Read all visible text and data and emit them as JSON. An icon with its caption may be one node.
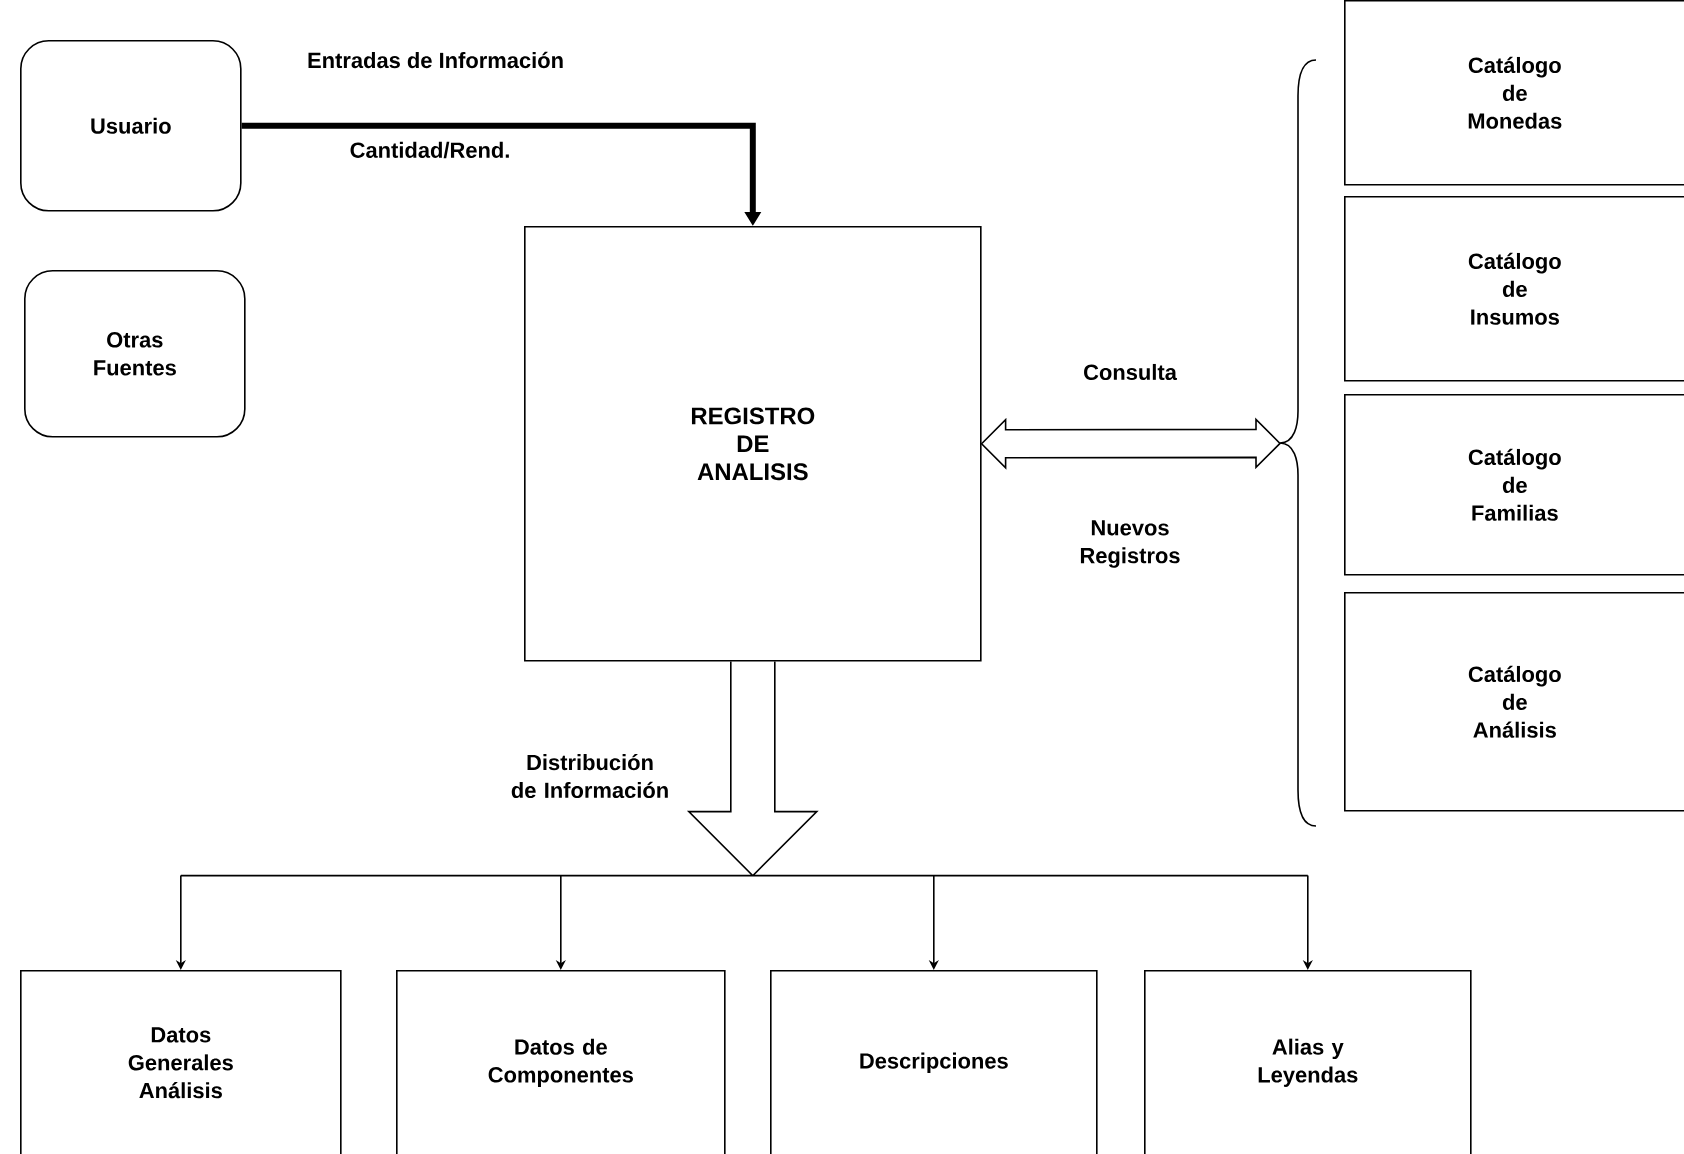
{
  "diagram": {
    "nodes": [
      {
        "text": [
          "Usuario"
        ]
      },
      {
        "text": [
          "Otras Fuentes"
        ]
      },
      {
        "text": [
          "REGISTRO DE ANALISIS"
        ]
      },
      {
        "text": [
          "Catálogo de Monedas"
        ]
      },
      {
        "text": [
          "Catálogo de Insumos"
        ]
      },
      {
        "text": [
          "Catálogo de Familias"
        ]
      },
      {
        "text": [
          "Catálogo de Análisis"
        ]
      },
      {
        "text": [
          "Datos Generales Análisis"
        ]
      },
      {
        "text": [
          "Datos de Componentes"
        ]
      },
      {
        "text": [
          "Descripciones"
        ]
      },
      {
        "text": [
          "Alias y Leyendas"
        ]
      },
      {
        "text": [],
        "shape": "brace"
      }
    ],
    "edges": [
      {
        "from": 0,
        "to": 2,
        "arrow": "to",
        "label": "Entradas de Información",
        "style": "thick"
      },
      {
        "from": 2,
        "to": 11,
        "arrow": "both",
        "label": "Consulta"
      },
      {
        "from": 2,
        "to": 7,
        "arrow": "to",
        "label": "Distribución de Información"
      },
      {
        "from": 2,
        "to": 8,
        "arrow": "to"
      },
      {
        "from": 2,
        "to": 9,
        "arrow": "to"
      },
      {
        "from": 2,
        "to": 10,
        "arrow": "to"
      }
    ],
    "labels": [
      "Cantidad/Rend.",
      "Nuevos Registros"
    ]
  }
}
